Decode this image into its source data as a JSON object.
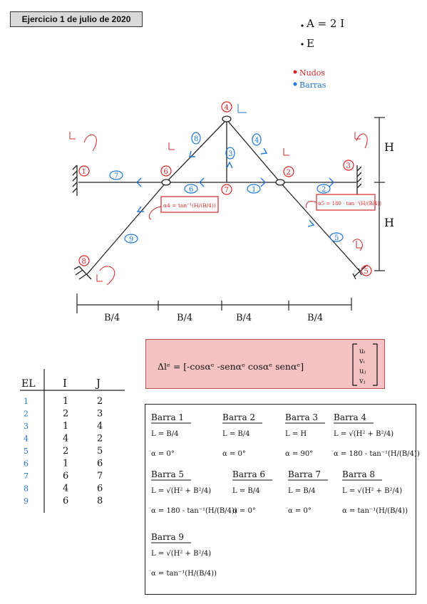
{
  "header": {
    "title": "Ejercicio 1 de julio de 2020",
    "params": [
      "A = 2 I",
      "E"
    ]
  },
  "legend": {
    "nodos": "Nudos",
    "barras": "Barras",
    "nodos_color": "#d62728",
    "barras_color": "#1f77d4"
  },
  "structure": {
    "nodes": [
      "1",
      "2",
      "3",
      "4",
      "5",
      "6",
      "7",
      "8"
    ],
    "bars": [
      "1",
      "2",
      "3",
      "4",
      "5",
      "6",
      "7",
      "8",
      "9"
    ],
    "dim_H_upper": "H",
    "dim_H_lower": "H",
    "dim_B4": [
      "B/4",
      "B/4",
      "B/4",
      "B/4"
    ],
    "angle_4": "α4 = tan⁻¹(H/(B/4))",
    "angle_5": "α5 = 180 - tan⁻¹(H/(B/4))"
  },
  "connectivity": {
    "headers": [
      "EL",
      "I",
      "J"
    ],
    "rows": [
      [
        "1",
        "1",
        "2"
      ],
      [
        "2",
        "2",
        "3"
      ],
      [
        "3",
        "1",
        "4"
      ],
      [
        "4",
        "4",
        "2"
      ],
      [
        "5",
        "2",
        "5"
      ],
      [
        "6",
        "1",
        "6"
      ],
      [
        "7",
        "6",
        "7"
      ],
      [
        "8",
        "4",
        "6"
      ],
      [
        "9",
        "6",
        "8"
      ]
    ]
  },
  "formula": {
    "text": "Δlᵉ = [-cosαᵉ  -senαᵉ  cosαᵉ  senαᵉ]",
    "vector": [
      "uᵢ",
      "vᵢ",
      "uⱼ",
      "vⱼ"
    ]
  },
  "barras": [
    {
      "name": "Barra 1",
      "L": "L = B/4",
      "alpha": "α = 0°"
    },
    {
      "name": "Barra 2",
      "L": "L = B/4",
      "alpha": "α = 0°"
    },
    {
      "name": "Barra 3",
      "L": "L = H",
      "alpha": "α = 90°"
    },
    {
      "name": "Barra 4",
      "L": "L = √(H² + B²/4)",
      "alpha": "α = 180 - tan⁻¹(H/(B/4))"
    },
    {
      "name": "Barra 5",
      "L": "L = √(H² + B²/4)",
      "alpha": "α = 180 - tan⁻¹(H/(B/4))"
    },
    {
      "name": "Barra 6",
      "L": "L = B/4",
      "alpha": "α = 0°"
    },
    {
      "name": "Barra 7",
      "L": "L = B/4",
      "alpha": "α = 0°"
    },
    {
      "name": "Barra 8",
      "L": "L = √(H² + B²/4)",
      "alpha": "α = tan⁻¹(H/(B/4))"
    },
    {
      "name": "Barra 9",
      "L": "L = √(H² + B²/4)",
      "alpha": "α = tan⁻¹(H/(B/4))"
    }
  ]
}
